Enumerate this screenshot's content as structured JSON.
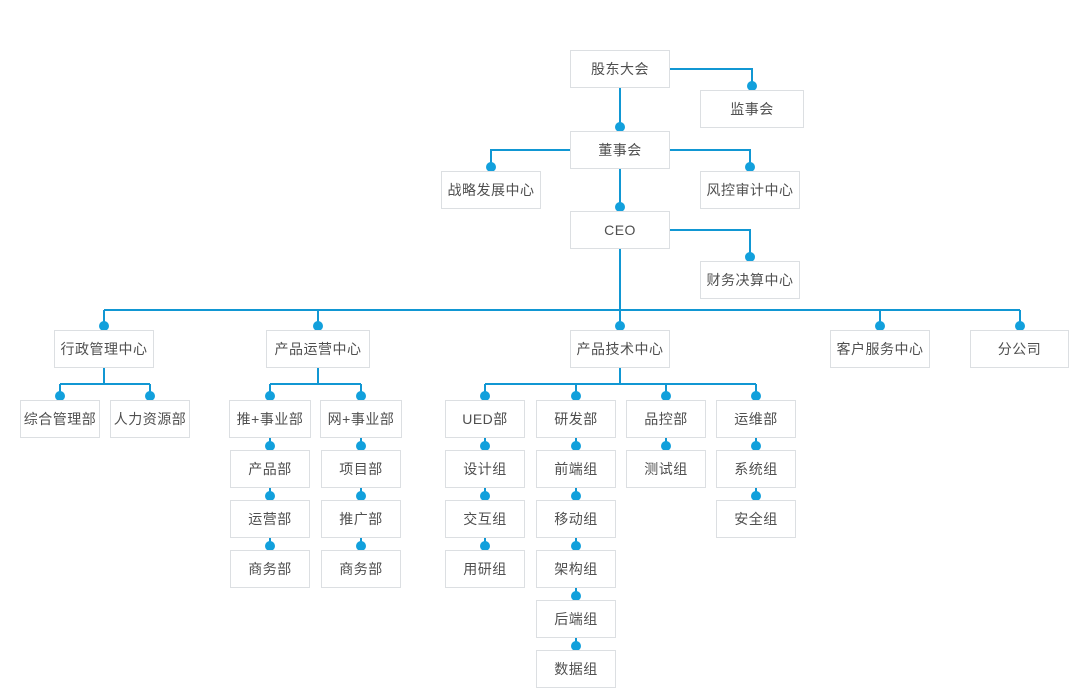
{
  "canvas": {
    "colors": {
      "line": "#1197d3",
      "dot": "#12a0dc",
      "node_border": "#dcdfe2",
      "node_text": "#4f4f4f",
      "background": "#ffffff"
    }
  },
  "diagram_type": "org-chart",
  "nodes": {
    "shareholders": {
      "label": "股东大会"
    },
    "supervisory": {
      "label": "监事会"
    },
    "board": {
      "label": "董事会"
    },
    "strategy": {
      "label": "战略发展中心"
    },
    "risk_audit": {
      "label": "风控审计中心"
    },
    "ceo": {
      "label": "CEO"
    },
    "finance": {
      "label": "财务决算中心"
    },
    "admin_center": {
      "label": "行政管理中心"
    },
    "product_ops_center": {
      "label": "产品运营中心"
    },
    "product_tech_center": {
      "label": "产品技术中心"
    },
    "customer_service_center": {
      "label": "客户服务中心"
    },
    "branch_company": {
      "label": "分公司"
    },
    "general_admin": {
      "label": "综合管理部"
    },
    "hr": {
      "label": "人力资源部"
    },
    "tui_division": {
      "label": "推+事业部"
    },
    "wang_division": {
      "label": "网+事业部"
    },
    "ued": {
      "label": "UED部"
    },
    "rnd": {
      "label": "研发部"
    },
    "qc": {
      "label": "品控部"
    },
    "maintenance": {
      "label": "运维部"
    },
    "product_dept": {
      "label": "产品部"
    },
    "project_dept": {
      "label": "项目部"
    },
    "design_team": {
      "label": "设计组"
    },
    "frontend_team": {
      "label": "前端组"
    },
    "testing_team": {
      "label": "测试组"
    },
    "system_team": {
      "label": "系统组"
    },
    "operation_dept": {
      "label": "运营部"
    },
    "promotion_dept": {
      "label": "推广部"
    },
    "interaction_team": {
      "label": "交互组"
    },
    "mobile_team": {
      "label": "移动组"
    },
    "security_team": {
      "label": "安全组"
    },
    "business_dept_tui": {
      "label": "商务部"
    },
    "business_dept_wang": {
      "label": "商务部"
    },
    "research_team": {
      "label": "用研组"
    },
    "architecture_team": {
      "label": "架构组"
    },
    "backend_team": {
      "label": "后端组"
    },
    "data_team": {
      "label": "数据组"
    }
  },
  "edges": [
    {
      "from": "shareholders",
      "to": "supervisory"
    },
    {
      "from": "shareholders",
      "to": "board"
    },
    {
      "from": "board",
      "to": "strategy"
    },
    {
      "from": "board",
      "to": "risk_audit"
    },
    {
      "from": "board",
      "to": "ceo"
    },
    {
      "from": "ceo",
      "to": "finance"
    },
    {
      "from": "ceo",
      "to": "admin_center"
    },
    {
      "from": "ceo",
      "to": "product_ops_center"
    },
    {
      "from": "ceo",
      "to": "product_tech_center"
    },
    {
      "from": "ceo",
      "to": "customer_service_center"
    },
    {
      "from": "ceo",
      "to": "branch_company"
    },
    {
      "from": "admin_center",
      "to": "general_admin"
    },
    {
      "from": "admin_center",
      "to": "hr"
    },
    {
      "from": "product_ops_center",
      "to": "tui_division"
    },
    {
      "from": "product_ops_center",
      "to": "wang_division"
    },
    {
      "from": "tui_division",
      "to": "product_dept"
    },
    {
      "from": "product_dept",
      "to": "operation_dept"
    },
    {
      "from": "operation_dept",
      "to": "business_dept_tui"
    },
    {
      "from": "wang_division",
      "to": "project_dept"
    },
    {
      "from": "project_dept",
      "to": "promotion_dept"
    },
    {
      "from": "promotion_dept",
      "to": "business_dept_wang"
    },
    {
      "from": "product_tech_center",
      "to": "ued"
    },
    {
      "from": "product_tech_center",
      "to": "rnd"
    },
    {
      "from": "product_tech_center",
      "to": "qc"
    },
    {
      "from": "product_tech_center",
      "to": "maintenance"
    },
    {
      "from": "ued",
      "to": "design_team"
    },
    {
      "from": "design_team",
      "to": "interaction_team"
    },
    {
      "from": "interaction_team",
      "to": "research_team"
    },
    {
      "from": "rnd",
      "to": "frontend_team"
    },
    {
      "from": "frontend_team",
      "to": "mobile_team"
    },
    {
      "from": "mobile_team",
      "to": "architecture_team"
    },
    {
      "from": "architecture_team",
      "to": "backend_team"
    },
    {
      "from": "backend_team",
      "to": "data_team"
    },
    {
      "from": "qc",
      "to": "testing_team"
    },
    {
      "from": "maintenance",
      "to": "system_team"
    },
    {
      "from": "system_team",
      "to": "security_team"
    }
  ]
}
